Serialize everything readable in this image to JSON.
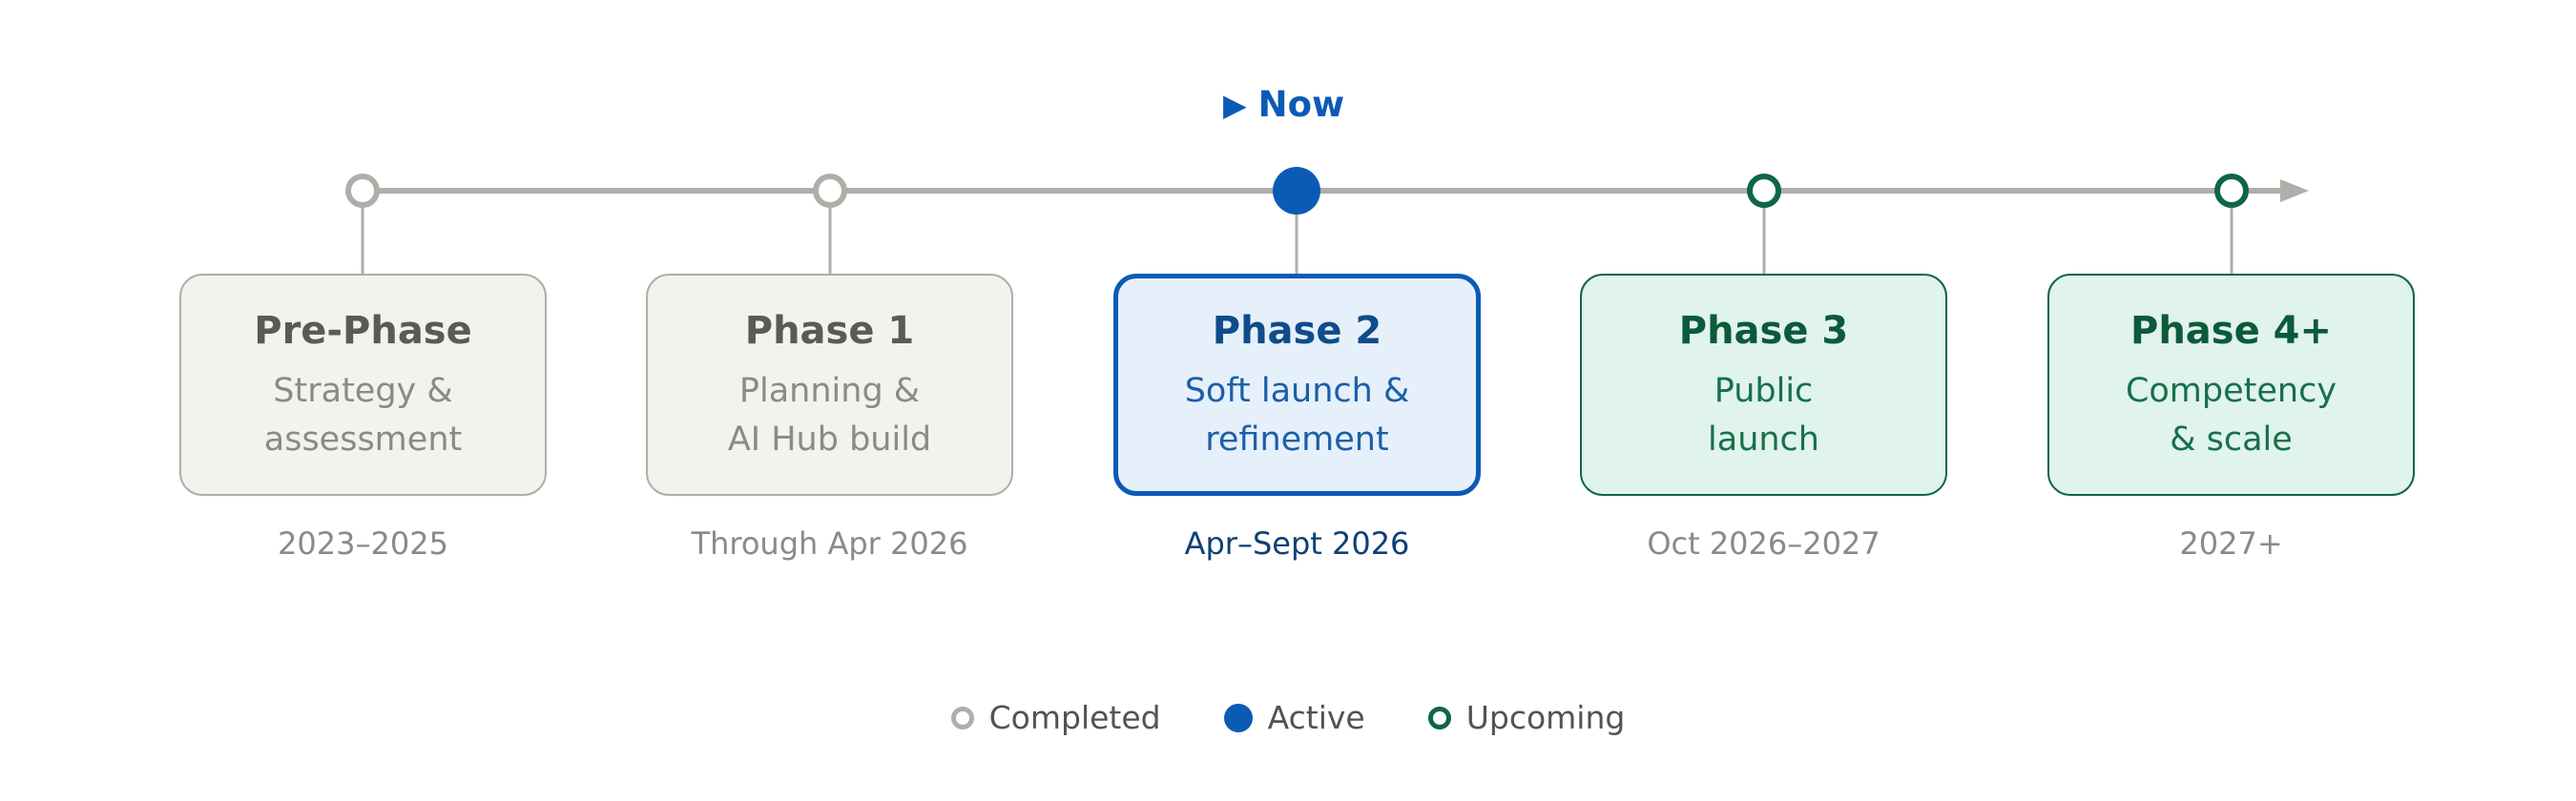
{
  "now_label": "Now",
  "colors": {
    "axis": "#b0aea8",
    "completed": "#b0aea8",
    "active": "#0a5bb5",
    "upcoming": "#0f6645"
  },
  "phases": [
    {
      "title": "Pre-Phase",
      "desc_line1": "Strategy &",
      "desc_line2": "assessment",
      "date": "2023–2025",
      "status": "completed"
    },
    {
      "title": "Phase 1",
      "desc_line1": "Planning &",
      "desc_line2": "AI Hub build",
      "date": "Through Apr 2026",
      "status": "completed"
    },
    {
      "title": "Phase 2",
      "desc_line1": "Soft launch &",
      "desc_line2": "refinement",
      "date": "Apr–Sept 2026",
      "status": "active"
    },
    {
      "title": "Phase 3",
      "desc_line1": "Public",
      "desc_line2": "launch",
      "date": "Oct 2026–2027",
      "status": "upcoming"
    },
    {
      "title": "Phase 4+",
      "desc_line1": "Competency",
      "desc_line2": "& scale",
      "date": "2027+",
      "status": "upcoming"
    }
  ],
  "legend": {
    "completed": "Completed",
    "active": "Active",
    "upcoming": "Upcoming"
  }
}
